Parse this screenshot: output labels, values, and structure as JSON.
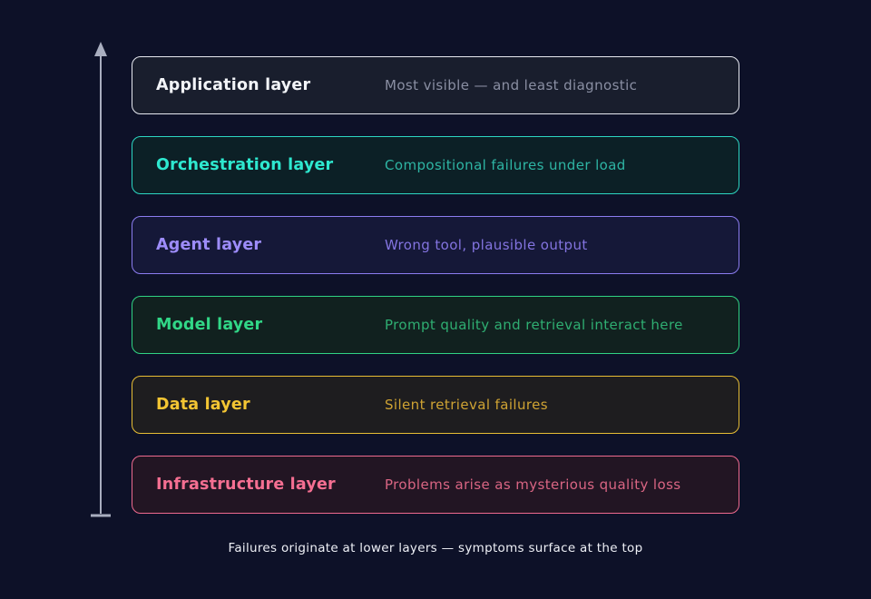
{
  "page": {
    "background": "#0d1128",
    "arrow_color": "#a9aebf"
  },
  "layers": [
    {
      "title": "Application layer",
      "description": "Most visible — and least diagnostic",
      "title_color": "#f2f4f8",
      "desc_color": "#8a8fa3",
      "border_color": "#e6e9f0",
      "bg_color": "#191e2d"
    },
    {
      "title": "Orchestration layer",
      "description": "Compositional failures under load",
      "title_color": "#2ee8cf",
      "desc_color": "#2eb5a4",
      "border_color": "#2cd6c2",
      "bg_color": "#0c2026"
    },
    {
      "title": "Agent layer",
      "description": "Wrong tool, plausible output",
      "title_color": "#9d8cfa",
      "desc_color": "#8374e0",
      "border_color": "#8b7cf0",
      "bg_color": "#151838"
    },
    {
      "title": "Model layer",
      "description": "Prompt quality and retrieval interact here",
      "title_color": "#31d787",
      "desc_color": "#2fae72",
      "border_color": "#30d283",
      "bg_color": "#11211f"
    },
    {
      "title": "Data layer",
      "description": "Silent retrieval failures",
      "title_color": "#f3c533",
      "desc_color": "#cfa333",
      "border_color": "#e7bd34",
      "bg_color": "#1e1d1f"
    },
    {
      "title": "Infrastructure layer",
      "description": "Problems arise as mysterious quality loss",
      "title_color": "#f56f92",
      "desc_color": "#d96583",
      "border_color": "#ee6a8f",
      "bg_color": "#221523"
    }
  ],
  "caption": "Failures originate at lower layers — symptoms surface at the top"
}
